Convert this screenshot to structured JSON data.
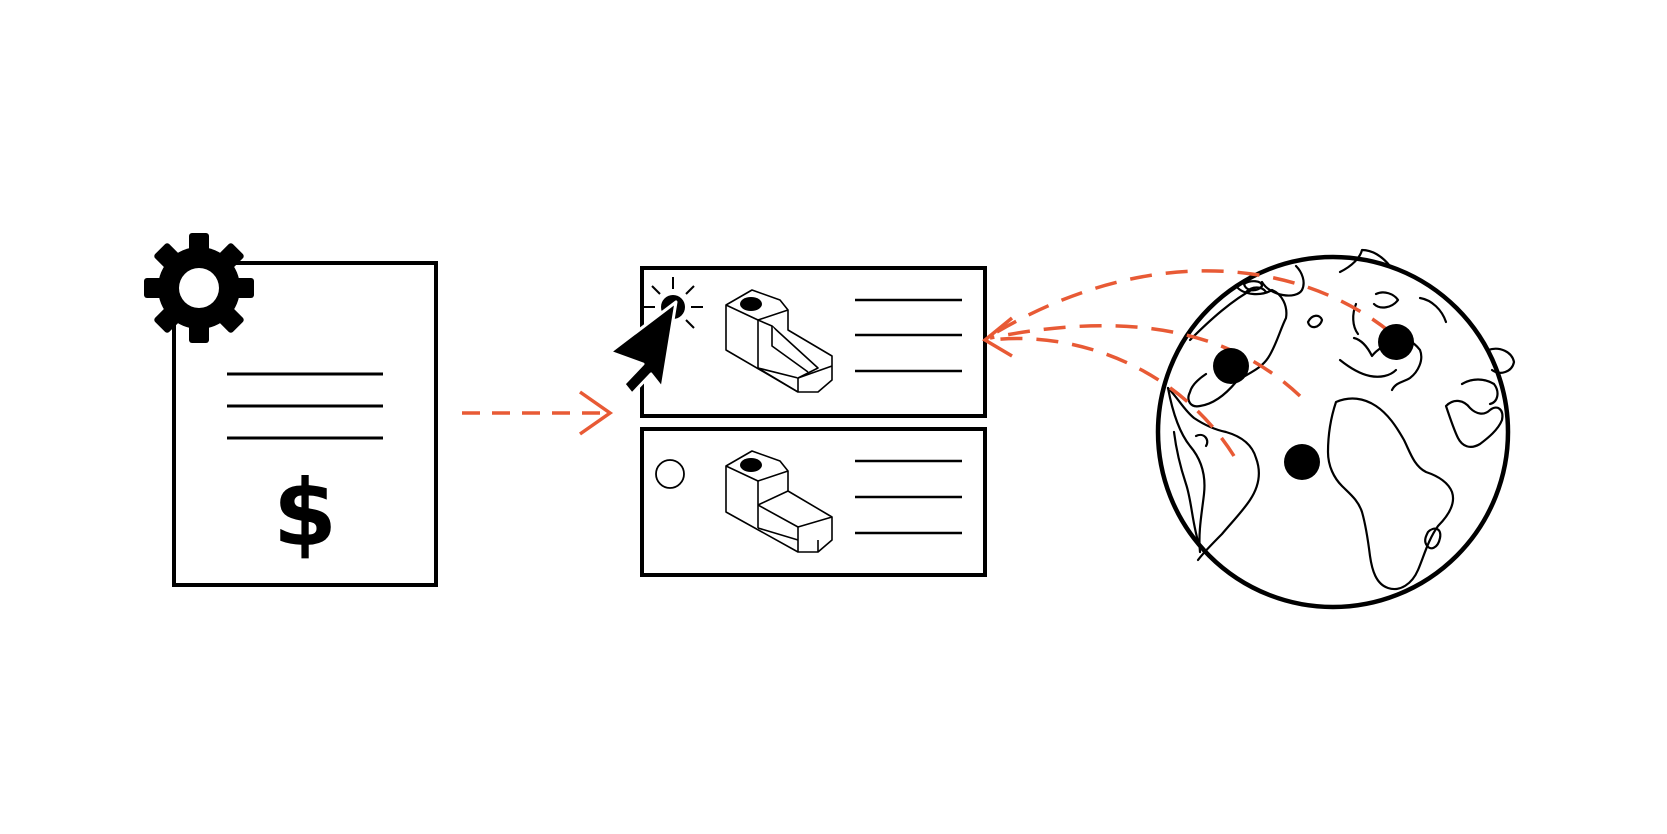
{
  "diagram": {
    "quote_document": {
      "currency_symbol": "$",
      "icon": "gear-icon"
    },
    "part_options": [
      {
        "state": "selected",
        "radio_icon": "radio-selected-icon",
        "part_icon": "bracket-part-icon-with-gusset"
      },
      {
        "state": "unselected",
        "radio_icon": "radio-empty-icon",
        "part_icon": "bracket-part-icon"
      }
    ],
    "cursor_icon": "pointer-cursor-icon",
    "globe": {
      "icon": "globe-icon",
      "location_markers": 3
    },
    "colors": {
      "stroke": "#000000",
      "accent_arrow": "#E85A35"
    }
  }
}
